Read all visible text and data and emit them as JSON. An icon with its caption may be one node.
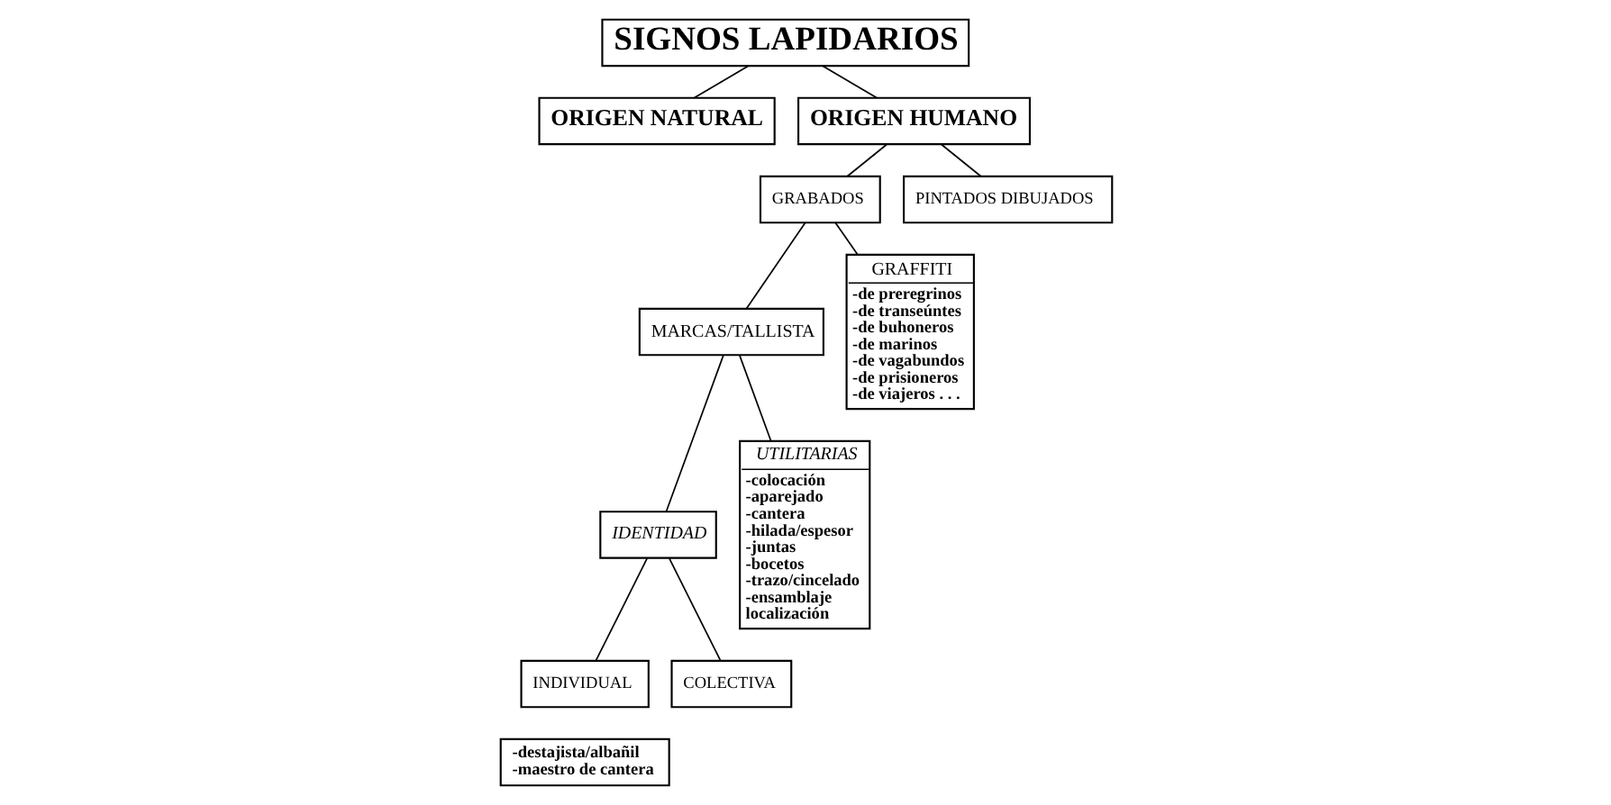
{
  "diagram": {
    "nodes": [
      {
        "text": [
          "SIGNOS LAPIDARIOS"
        ]
      },
      {
        "text": [
          "ORIGEN NATURAL"
        ]
      },
      {
        "text": [
          "ORIGEN HUMANO"
        ]
      },
      {
        "text": [
          "GRABADOS"
        ]
      },
      {
        "text": [
          "PINTADOS DIBUJADOS"
        ]
      },
      {
        "text": [
          "MARCAS/TALLISTA"
        ]
      },
      {
        "text": [
          "GRAFFITI",
          "-de preregrinos",
          "-de transeúntes",
          "-de buhoneros",
          "-de marinos",
          "-de vagabundos",
          "-de prisioneros",
          "-de viajeros . . ."
        ]
      },
      {
        "text": [
          "IDENTIDAD"
        ]
      },
      {
        "text": [
          "UTILITARIAS",
          "-colocación",
          "-aparejado",
          "-cantera",
          "-hilada/espesor",
          "-juntas",
          "-bocetos",
          "-trazo/cincelado",
          "-ensamblaje",
          "localización"
        ]
      },
      {
        "text": [
          "INDIVIDUAL"
        ]
      },
      {
        "text": [
          "COLECTIVA"
        ]
      },
      {
        "text": [
          "-destajista/albañil",
          "-maestro de cantera"
        ]
      }
    ],
    "edges": [
      {
        "from": 0,
        "to": 1,
        "arrow": "none"
      },
      {
        "from": 0,
        "to": 2,
        "arrow": "none"
      },
      {
        "from": 2,
        "to": 3,
        "arrow": "none"
      },
      {
        "from": 2,
        "to": 4,
        "arrow": "none"
      },
      {
        "from": 3,
        "to": 5,
        "arrow": "none"
      },
      {
        "from": 3,
        "to": 6,
        "arrow": "none"
      },
      {
        "from": 5,
        "to": 7,
        "arrow": "none"
      },
      {
        "from": 5,
        "to": 8,
        "arrow": "none"
      },
      {
        "from": 7,
        "to": 9,
        "arrow": "none"
      },
      {
        "from": 7,
        "to": 10,
        "arrow": "none"
      }
    ]
  }
}
